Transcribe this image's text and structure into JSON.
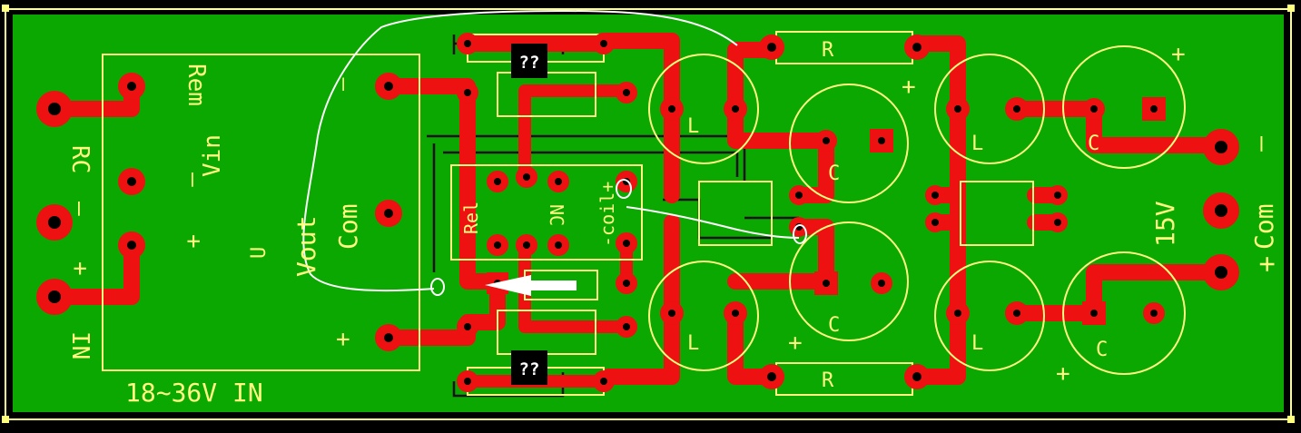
{
  "board": {
    "input_label": "18~36V IN",
    "in_label": "IN",
    "rc_label": "RC",
    "minus": "–",
    "plus": "+",
    "plus_small": "+",
    "module": {
      "rem": "Rem",
      "minus": "–",
      "vin": "Vin",
      "plus": "+",
      "u": "U",
      "vout": "Vout",
      "com": "Com",
      "minus_out": "–",
      "plus_out": "+"
    },
    "relay": {
      "rel": "Rel",
      "nc": "NC",
      "coil": "-coil+"
    },
    "unknown": "??",
    "resistor": "R",
    "inductor": "L",
    "capacitor": "C",
    "output_voltage": "15V",
    "output_com": "Com",
    "output_plus": "+",
    "output_minus": "–"
  },
  "colors": {
    "board": "#0aa800",
    "copper": "#ee1111",
    "silkscreen": "#ffff80",
    "wire": "#ffffff"
  }
}
